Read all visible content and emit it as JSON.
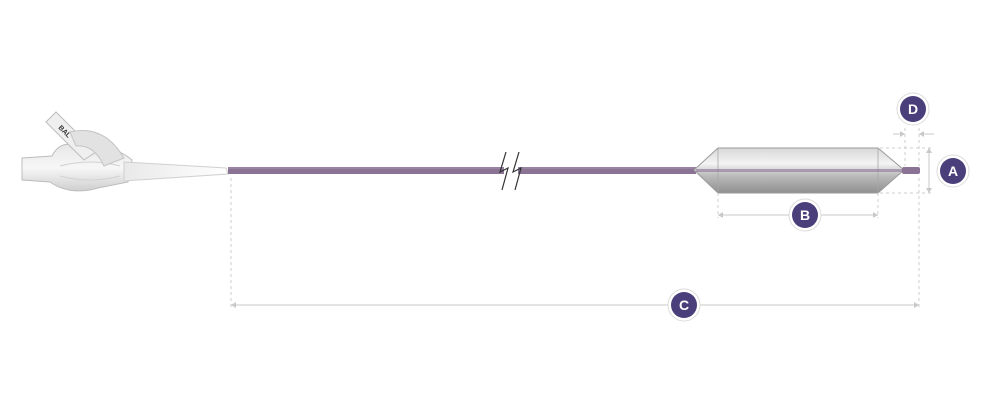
{
  "colors": {
    "accent": "#4a3f7a",
    "shaft": "#8a7394",
    "balloon": "#b8b8b8",
    "dimension": "#c9c9c9"
  },
  "hub": {
    "port_label": "BAL"
  },
  "dimensions": {
    "A": "A",
    "B": "B",
    "C": "C",
    "D": "D"
  }
}
